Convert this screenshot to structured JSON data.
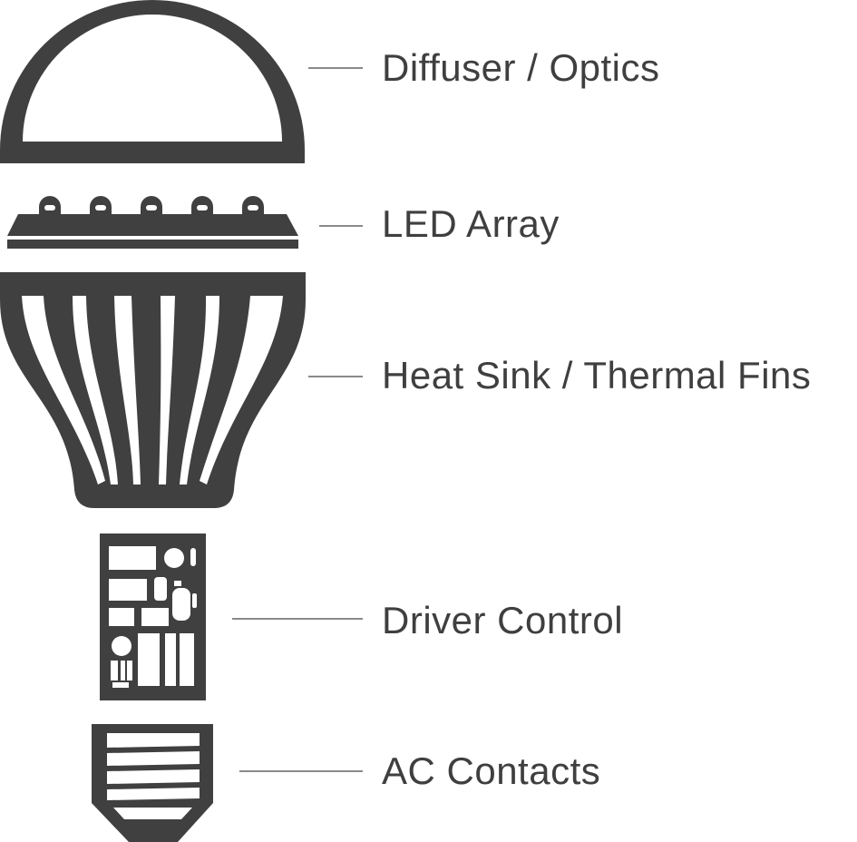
{
  "colors": {
    "ink": "#404040",
    "background": "#ffffff",
    "label_text": "#3f3f3f",
    "leader_line": "#8a8a8a"
  },
  "parts": [
    {
      "id": "diffuser",
      "label": "Diffuser / Optics",
      "icon": "dome-icon"
    },
    {
      "id": "led-array",
      "label": "LED Array",
      "icon": "led-board-icon"
    },
    {
      "id": "heat-sink",
      "label": "Heat Sink / Thermal Fins",
      "icon": "finned-housing-icon"
    },
    {
      "id": "driver",
      "label": "Driver Control",
      "icon": "circuit-board-icon"
    },
    {
      "id": "contacts",
      "label": "AC Contacts",
      "icon": "screw-base-icon"
    }
  ]
}
